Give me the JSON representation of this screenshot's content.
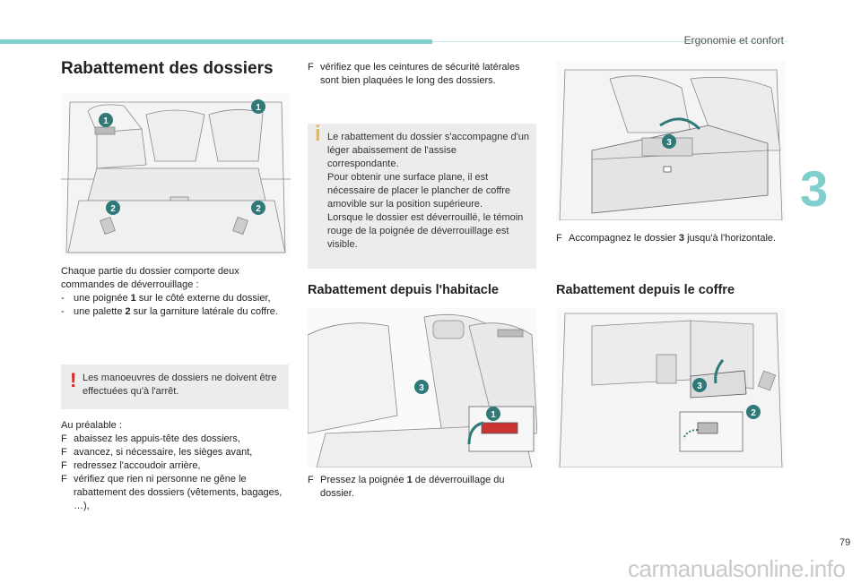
{
  "header": {
    "section": "Ergonomie et confort",
    "chapter": "3",
    "page": "79"
  },
  "watermark": "carmanualsonline.info",
  "left": {
    "title": "Rabattement des dossiers",
    "intro": "Chaque partie du dossier comporte deux commandes de déverrouillage :",
    "items": [
      {
        "dash": "-",
        "pre": "une poignée ",
        "bold": "1",
        "post": " sur le côté externe du dossier,"
      },
      {
        "dash": "-",
        "pre": "une palette ",
        "bold": "2",
        "post": " sur la garniture latérale du coffre."
      }
    ],
    "warning": "Les manoeuvres de dossiers ne doivent être effectuées qu'à l'arrêt.",
    "warning_icon": "!",
    "prelim": "Au préalable :",
    "checks": [
      "abaissez les appuis-tête des dossiers,",
      "avancez, si nécessaire, les sièges avant,",
      "redressez l'accoudoir arrière,",
      "vérifiez que rien ni personne ne gêne le rabattement des dossiers (vêtements, bagages, …),"
    ],
    "check_symbol": "F"
  },
  "middle": {
    "check": "vérifiez que les ceintures de sécurité latérales sont bien plaquées le long des dossiers.",
    "check_symbol": "F",
    "info_icon": "i",
    "info": [
      "Le rabattement du dossier s'accompagne d'un léger abaissement de l'assise correspondante.",
      "Pour obtenir une surface plane, il est nécessaire de placer le plancher de coffre amovible sur la position supérieure.",
      "Lorsque le dossier est déverrouillé, le témoin rouge de la poignée de déverrouillage est visible."
    ],
    "subtitle": "Rabattement depuis l'habitacle",
    "step": {
      "pre": "Pressez la poignée ",
      "bold": "1",
      "post": " de déverrouillage du dossier."
    }
  },
  "right": {
    "step": {
      "pre": "Accompagnez le dossier ",
      "bold": "3",
      "post": " jusqu'à l'horizontale."
    },
    "subtitle": "Rabattement depuis le coffre"
  },
  "callouts": {
    "one": "1",
    "two": "2",
    "three": "3"
  },
  "colors": {
    "accent": "#7fd0cd",
    "callout": "#2f7a78",
    "warning": "#d32a2a",
    "info": "#e8b84a",
    "note_bg": "#ececec"
  }
}
